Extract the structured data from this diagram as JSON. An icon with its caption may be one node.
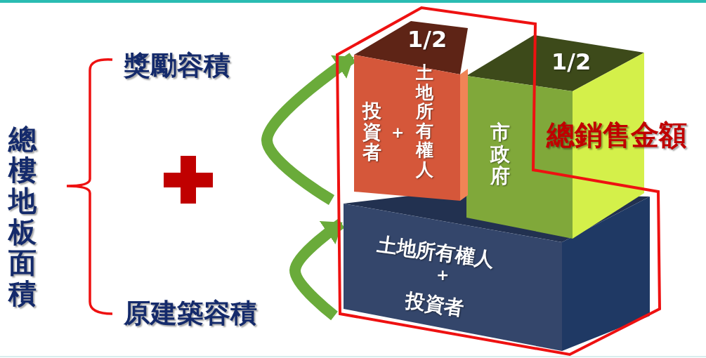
{
  "diagram": {
    "nodes": [
      {
        "text": [
          "獎勵容積"
        ]
      },
      {
        "text": [
          "原建築容積"
        ]
      },
      {
        "text": [
          "1/2",
          "投資者",
          "+",
          "土地所有權人"
        ]
      },
      {
        "text": [
          "1/2",
          "市政府"
        ]
      },
      {
        "text": [
          "土地所有權人",
          "+",
          "投資者"
        ]
      }
    ],
    "edges": [
      {
        "from": null,
        "to": 2,
        "arrow": "to"
      },
      {
        "from": null,
        "to": 4,
        "arrow": "to"
      }
    ],
    "labels": [
      "總樓地板面積",
      "總銷售金額"
    ]
  }
}
